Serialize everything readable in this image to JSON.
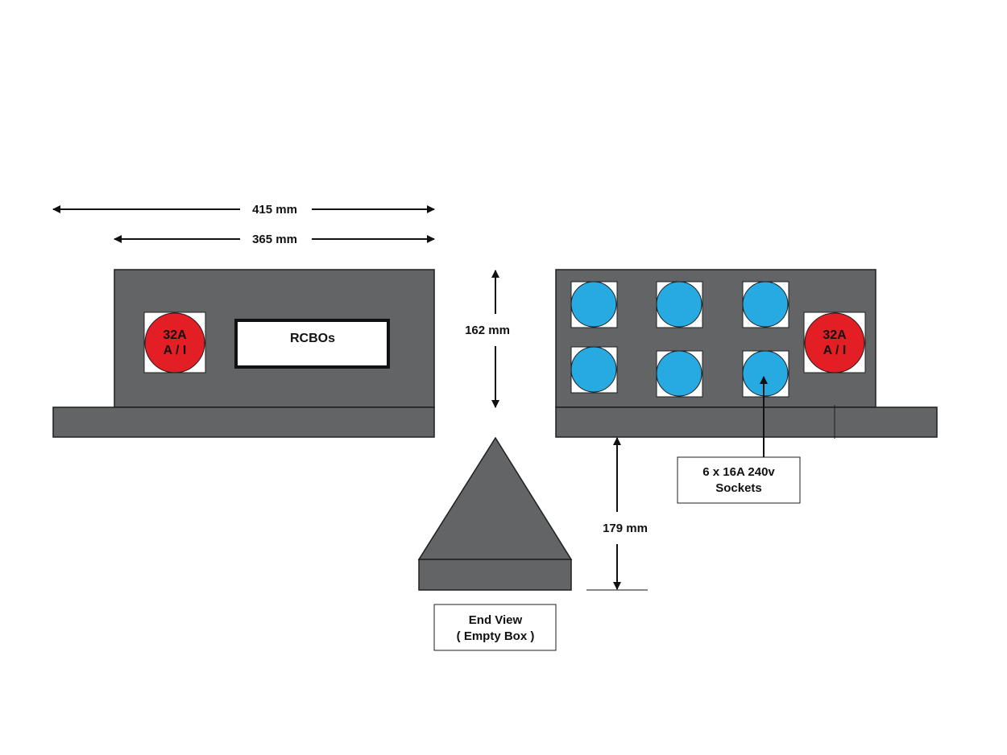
{
  "dimensions": {
    "overall_length": "415 mm",
    "box_length": "365 mm",
    "box_height": "162 mm",
    "base_height": "179 mm"
  },
  "front_view": {
    "isolator_label_line1": "32A",
    "isolator_label_line2": "A / I",
    "rcbo_label": "RCBOs"
  },
  "rear_view": {
    "socket_count": 6,
    "isolator_label_line1": "32A",
    "isolator_label_line2": "A / I",
    "sockets_callout_line1": "6 x 16A 240v",
    "sockets_callout_line2": "Sockets"
  },
  "end_view": {
    "label_line1": "End View",
    "label_line2": "( Empty Box )"
  },
  "colors": {
    "body": "#636466",
    "outline": "#1e1e1e",
    "isolator": "#e41e25",
    "socket": "#27aae1",
    "panel": "#ffffff"
  }
}
